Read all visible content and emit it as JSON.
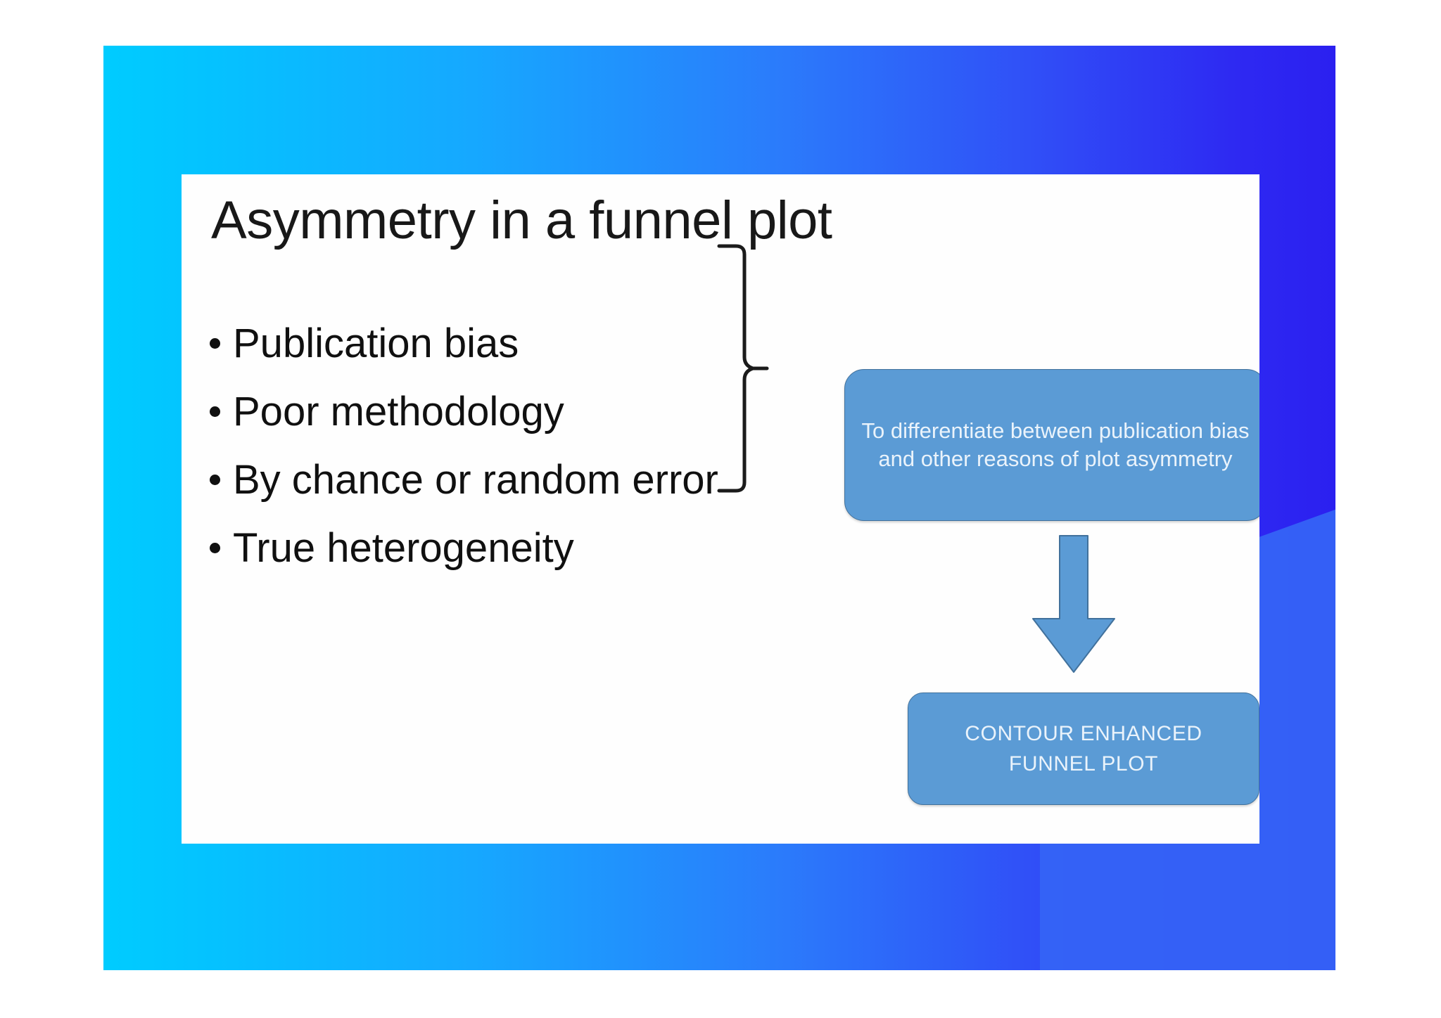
{
  "slide": {
    "title": "Asymmetry in a funnel plot",
    "bullets": [
      {
        "label": "Publication bias"
      },
      {
        "label": "Poor methodology"
      },
      {
        "label": "By chance or random error"
      },
      {
        "label": "True heterogeneity"
      }
    ],
    "callout": {
      "text": "To differentiate between publication bias and other reasons of plot asymmetry"
    },
    "result": {
      "line1": "CONTOUR ENHANCED",
      "line2": "FUNNEL PLOT"
    },
    "brace": {
      "orientation": "right-curly-brace"
    },
    "arrow": {
      "direction": "down"
    }
  },
  "colors": {
    "backdrop_start": "#00CCFF",
    "backdrop_end": "#2B20F0",
    "backdrop_wedge": "#3563F5",
    "slide_background": "#FEFEFE",
    "box_fill": "#5B9BD5",
    "box_border": "#41719C",
    "box_text": "#EAF3FB",
    "body_text": "#101010",
    "title_text": "#181818"
  }
}
